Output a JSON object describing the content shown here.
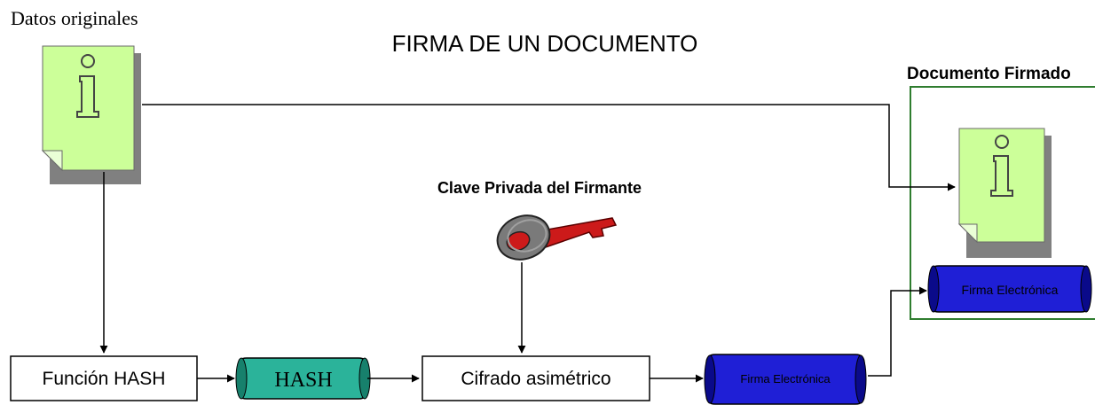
{
  "title": "FIRMA DE UN DOCUMENTO",
  "labels": {
    "original_data": "Datos originales",
    "signed_document": "Documento Firmado",
    "private_key": "Clave Privada del Firmante"
  },
  "boxes": {
    "hash_function": "Función HASH",
    "asymmetric_cipher": "Cifrado asimétrico"
  },
  "scrolls": {
    "hash": "HASH",
    "signature": "Firma Electrónica",
    "signed_signature": "Firma Electrónica"
  },
  "document_icon_glyph": "i",
  "colors": {
    "document_fill": "#ccff99",
    "document_shadow": "#808080",
    "hash_scroll": "#2bb39a",
    "signature_scroll": "#1f1fd6",
    "signed_frame": "#2f7d2f",
    "key_body": "#cc1a1a",
    "key_bow": "#7a7a7a"
  },
  "icons": [
    "document-icon",
    "key-icon",
    "scroll-icon",
    "arrow-icon"
  ]
}
